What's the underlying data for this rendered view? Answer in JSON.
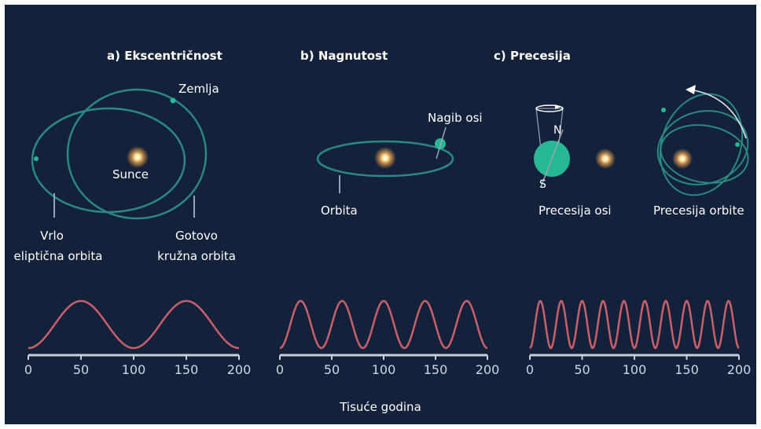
{
  "panels": {
    "a": {
      "title": "a) Ekscentričnost",
      "earth_label": "Zemlja",
      "sun_label": "Sunce",
      "elliptic_label_l1": "Vrlo",
      "elliptic_label_l2": "eliptična orbita",
      "circular_label_l1": "Gotovo",
      "circular_label_l2": "kružna orbita",
      "cycles_in_200": 2
    },
    "b": {
      "title": "b) Nagnutost",
      "tilt_label": "Nagib osi",
      "orbit_label": "Orbita",
      "cycles_in_200": 5
    },
    "c": {
      "title": "c) Precesija",
      "north_label": "N",
      "south_label": "S",
      "axis_precession_label": "Precesija osi",
      "orbit_precession_label": "Precesija orbite",
      "cycles_in_200": 10
    }
  },
  "axis": {
    "ticks": [
      "0",
      "50",
      "100",
      "150",
      "200"
    ],
    "xlabel": "Tisuće godina",
    "range": [
      0,
      200
    ]
  },
  "colors": {
    "background": "#14213a",
    "orbit": "#2a8a80",
    "planet": "#26b893",
    "wave": "#c8606a",
    "axis": "#c8cdd8",
    "sun": "#f7d27a"
  }
}
